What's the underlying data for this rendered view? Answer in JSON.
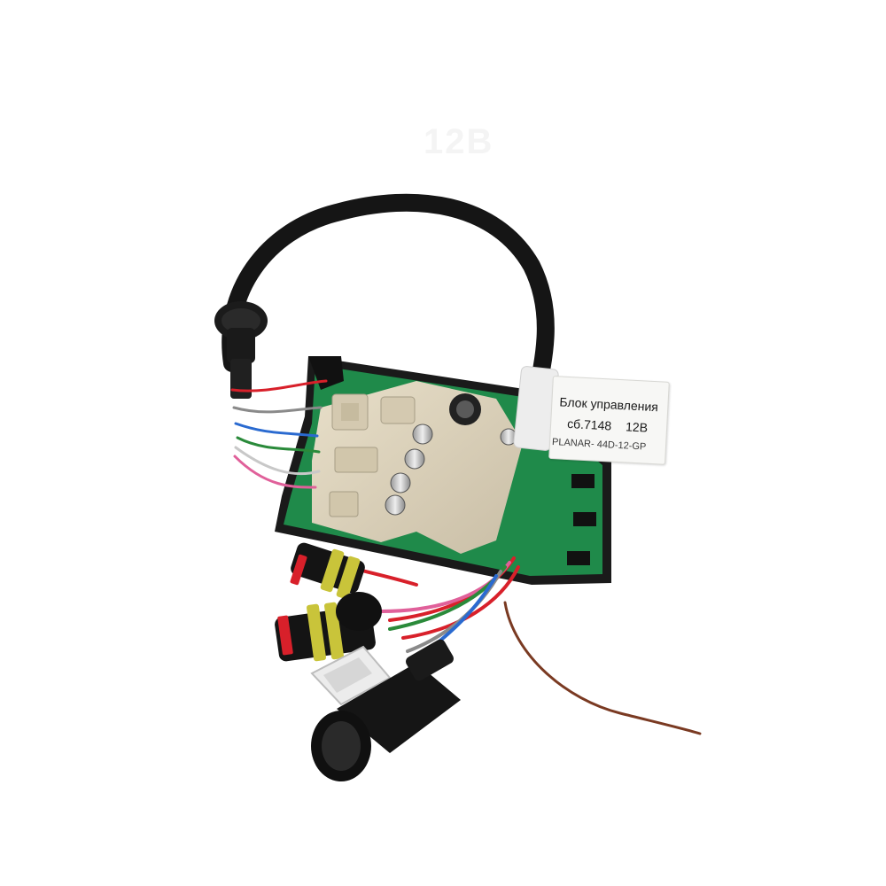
{
  "photo": {
    "subject": "heater control unit circuit board with wiring harness and connectors",
    "background_color": "#ffffff"
  },
  "watermark": {
    "text": "12В"
  },
  "sticker": {
    "line1": "Блок управления",
    "line2_part": "сб.7148",
    "voltage": "12В",
    "model": "PLANAR- 44D-12-GP"
  },
  "colors": {
    "pcb_green": "#1f8a4a",
    "board_shield": "#d9cfb8",
    "cable_black": "#151515",
    "seal_yellow": "#c9c43a",
    "wire_red": "#d8202a",
    "wire_brown": "#7a3a22",
    "connector_white": "#ececec"
  }
}
